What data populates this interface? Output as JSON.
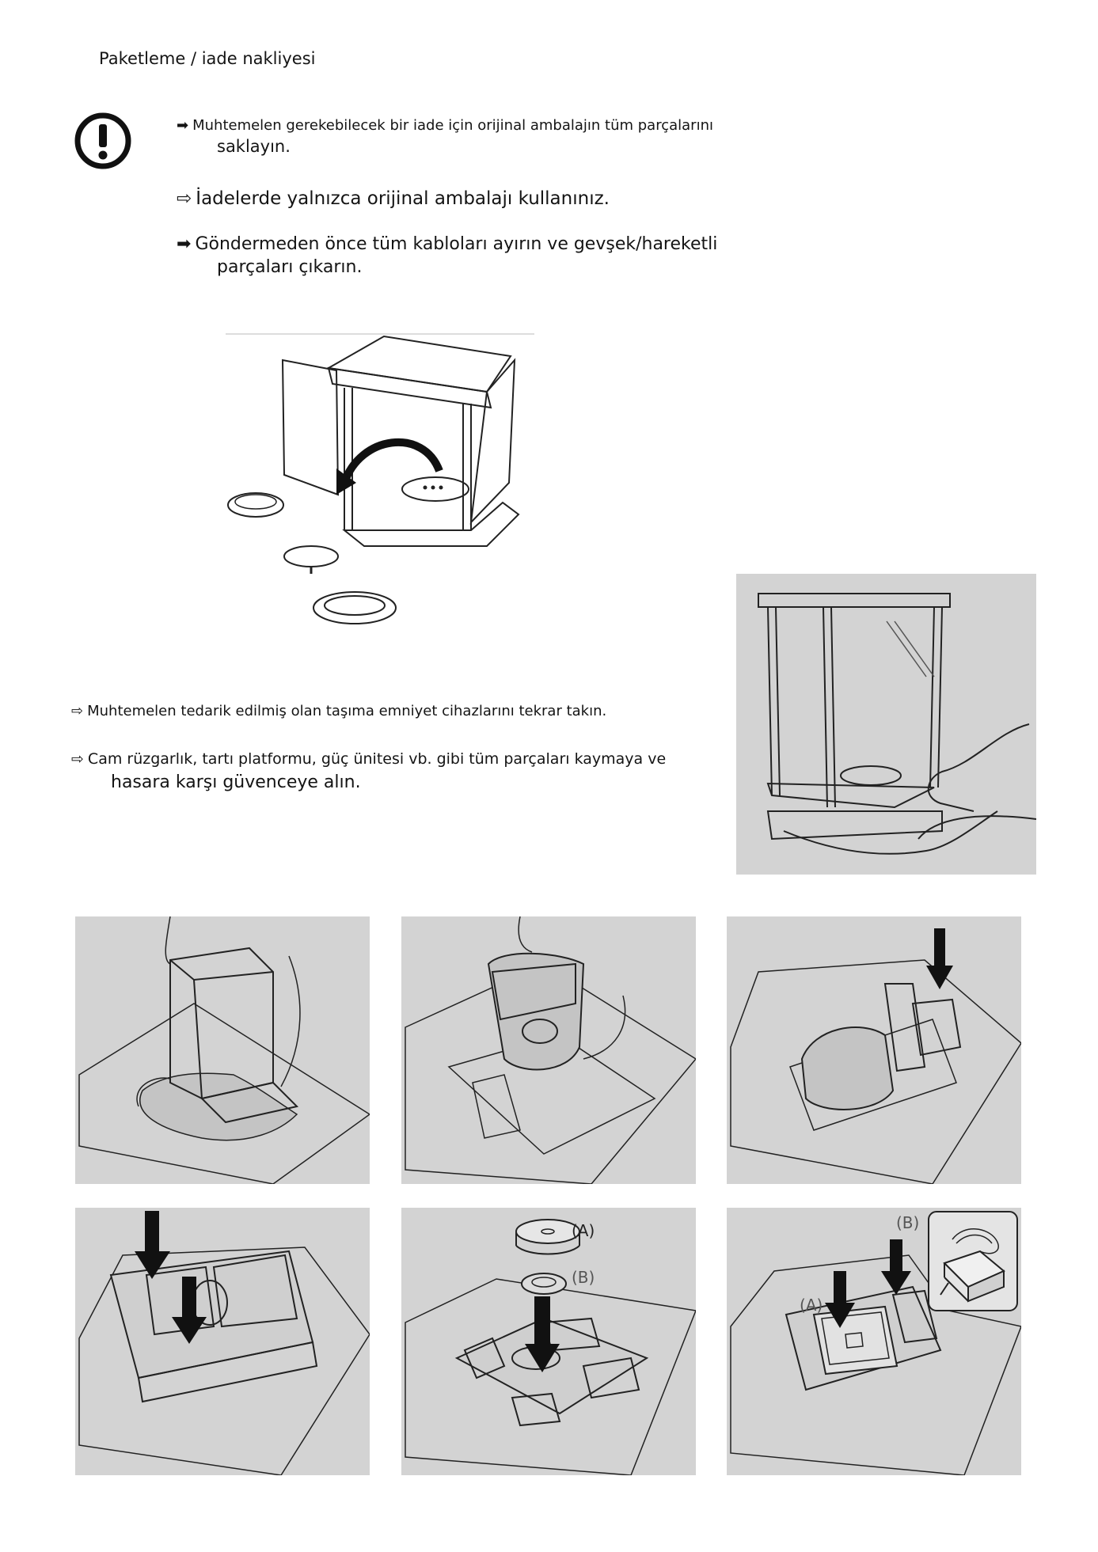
{
  "header": {
    "title": "Paketleme / iade nakliyesi"
  },
  "warning": {
    "icon": "exclamation-circle-icon",
    "items": [
      {
        "arrow": "➡",
        "line1": "Muhtemelen gerekebilecek bir iade için orijinal ambalajın tüm parçalarını",
        "line2": "saklayın."
      },
      {
        "arrow": "⇨",
        "line1": "İadelerde yalnızca orijinal ambalajı kullanınız.",
        "line2": ""
      },
      {
        "arrow": "➡",
        "line1": "Göndermeden önce tüm kabloları ayırın ve gevşek/hareketli",
        "line2": "parçaları çıkarın."
      }
    ]
  },
  "instructions": [
    {
      "arrow": "⇨",
      "line1": "Muhtemelen tedarik edilmiş olan taşıma emniyet cihazlarını tekrar takın.",
      "line2": ""
    },
    {
      "arrow": "⇨",
      "line1": "Cam rüzgarlık, tartı platformu, güç ünitesi vb. gibi tüm parçaları kaymaya ve",
      "line2": "hasara karşı güvenceye alın."
    }
  ],
  "figure_labels": {
    "step5_a": "(A)",
    "step5_b": "(B)",
    "step6_a": "(A)",
    "step6_b": "(B)"
  }
}
